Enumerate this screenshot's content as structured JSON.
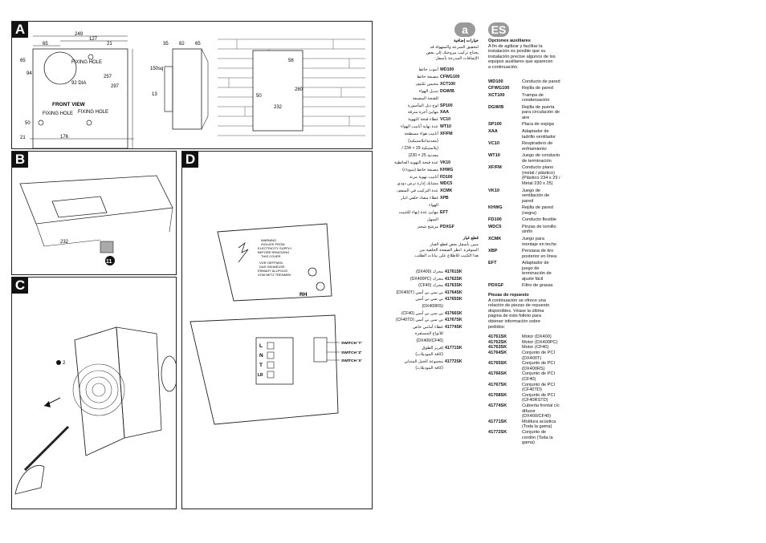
{
  "panels": {
    "a": "A",
    "b": "B",
    "c": "C",
    "d": "D"
  },
  "panel_a": {
    "dims": {
      "w249": "249",
      "w127": "127",
      "w65": "65",
      "h21": "21",
      "h65": "65",
      "h94": "94",
      "dia": "92 DIA",
      "h257": "257",
      "h297": "297",
      "h50": "50",
      "w21": "21",
      "w176": "176",
      "s35": "35",
      "s82": "82",
      "s65": "65",
      "s150": "150sq",
      "s13": "13",
      "c56": "56",
      "c280": "280",
      "c50": "50",
      "c232": "232"
    },
    "fixing_hole": "FIXING HOLE",
    "front_view": "FRONT VIEW"
  },
  "panel_b": {
    "d232": "232",
    "step": "11"
  },
  "panel_c": {
    "step": "2"
  },
  "panel_d": {
    "warning_lines": [
      "WARNING",
      "ISOLATE FROM",
      "ELECTRICITY SUPPLY",
      "BEFORE REMOVING",
      "THIS COVER",
      "",
      "VOR OEFFNEN",
      "DAS GEHAEUSE",
      "ERMAHT ALLPOLIG",
      "VOM NETZ TRENNEN"
    ],
    "rh": "RH",
    "terminals": [
      "L",
      "N",
      "T",
      "LR"
    ],
    "switch_y": "SWITCH 'Y'",
    "switch_z": "SWITCH 'Z'",
    "switch_x": "SWITCH 'X'"
  },
  "badges": {
    "ar": "a",
    "es": "ES"
  },
  "arabic": {
    "accessories_title": "خيارات إضافية",
    "accessories_intro": [
      "لتحقيق السرعة والسهولة قد",
      "يحتاج تركيب مروحتك إلى بعض",
      "الإضافات المدرجة بأسفل:"
    ],
    "accessories": [
      {
        "code": "WD100",
        "desc": "أنبوب حائط"
      },
      {
        "code": "CFWG100",
        "desc": "مصبعة حائط"
      },
      {
        "code": "XCT100",
        "desc": "محبس تكثيف"
      },
      {
        "code": "DGW/B",
        "desc": "تبديل الهواء"
      },
      {
        "code": "",
        "desc": "للفتحة المصبعة"
      },
      {
        "code": "SP100",
        "desc": "لوح ذيل المأسورة"
      },
      {
        "code": "XAA",
        "desc": "مهايئ أجرة مترقة"
      },
      {
        "code": "VC10",
        "desc": "غطاء فتحة التهوية"
      },
      {
        "code": "WT10",
        "desc": "عدة نهاية أنابيب الهواء"
      },
      {
        "code": "XF/FM",
        "desc": "أنابيب هواء مسطحة"
      },
      {
        "code": "",
        "desc": "(معدنية/بلاستيكية)"
      },
      {
        "code": "",
        "desc": "(بلاستيكية 29 × 234 /"
      },
      {
        "code": "",
        "desc": "معدنية 25 × 230)"
      },
      {
        "code": "VK10",
        "desc": "عدة فتحة التهوية الحائطية"
      },
      {
        "code": "KHWG",
        "desc": "مصبعة حائط (سوداء)"
      },
      {
        "code": "FD100",
        "desc": "أنابيب تهوية مرنة"
      },
      {
        "code": "WDC5",
        "desc": "مشابك إدارة ترس دودي"
      },
      {
        "code": "XCMK",
        "desc": "عدة التركيب في السقف"
      },
      {
        "code": "XPB",
        "desc": "غطاء مصاد خلفي اتيار"
      },
      {
        "code": "",
        "desc": "الهواء"
      },
      {
        "code": "EFT",
        "desc": "مهايئ عدة إنهاء للتثبيت"
      },
      {
        "code": "",
        "desc": "السهل"
      },
      {
        "code": "PDXGF",
        "desc": "مرشح شحم"
      }
    ],
    "spares_title": "قطع غيار",
    "spares_intro": [
      "مبين بأسفل بعض قطع الغيار",
      "المتوفرة. انظر الصفحة الخلفية من",
      "هذا الكتيب للاطلاع على بيانات الطلب."
    ],
    "spares": [
      {
        "code": "41761SK",
        "desc": "محرك (DX400)"
      },
      {
        "code": "41762SK",
        "desc": "محرك (DX400PC)"
      },
      {
        "code": "41763SK",
        "desc": "محرك (CF40)"
      },
      {
        "code": "41764SK",
        "desc": "بي سي بي أسي (DX400T)"
      },
      {
        "code": "41765SK",
        "desc": "بي سي بي أسي"
      },
      {
        "code": "",
        "desc": "(DX400RS)"
      },
      {
        "code": "41766SK",
        "desc": "بي سي بي أسي (CF40)"
      },
      {
        "code": "41767SK",
        "desc": "بي سي بي أسي (CF40TD)"
      },
      {
        "code": "41774SK",
        "desc": "غطاء أمامي خاص"
      },
      {
        "code": "",
        "desc": "للأنواع المستعرة"
      },
      {
        "code": "",
        "desc": "(DX400/CF40)"
      },
      {
        "code": "41771SK",
        "desc": "إفريز الطوق"
      },
      {
        "code": "",
        "desc": "(كافة الموديلات)"
      },
      {
        "code": "41772SK",
        "desc": "مجموعة الحبل المتدلي"
      },
      {
        "code": "",
        "desc": "(كافة الموديلات)"
      }
    ]
  },
  "spanish": {
    "accessories_title": "Opciones auxiliares",
    "accessories_intro": [
      "A fin de agilizar y facilitar la",
      "instalación es posible que su",
      "instalación precise algunos de los",
      "equipos auxiliares que aparecen",
      "a continuación."
    ],
    "accessories": [
      {
        "code": "WD100",
        "desc": [
          "Conducto de pared"
        ]
      },
      {
        "code": "CFWG100",
        "desc": [
          "Rejilla de pared"
        ]
      },
      {
        "code": "XCT100",
        "desc": [
          "Trampa de",
          "condensación"
        ]
      },
      {
        "code": "DGW/B",
        "desc": [
          "Rejilla de puerta",
          "para circulación de",
          "aire"
        ]
      },
      {
        "code": "SP100",
        "desc": [
          "Placa de espiga"
        ]
      },
      {
        "code": "XAA",
        "desc": [
          "Adaptador de",
          "ladrillo ventilador"
        ]
      },
      {
        "code": "VC10",
        "desc": [
          "Respiradero de",
          "enfriamiento"
        ]
      },
      {
        "code": "WT10",
        "desc": [
          "Juego de conducto",
          "de terminación"
        ]
      },
      {
        "code": "XF/FM",
        "desc": [
          "Conducto plano",
          "(metal / plástico)",
          "(Plástico 234 x 29 /",
          "Metal 230 x 25)"
        ]
      },
      {
        "code": "VK10",
        "desc": [
          "Juego de",
          "ventilación de",
          "pared"
        ]
      },
      {
        "code": "KHWG",
        "desc": [
          "Rejilla de pared",
          "(negra)"
        ]
      },
      {
        "code": "FD100",
        "desc": [
          "Conducto flexible"
        ]
      },
      {
        "code": "WDC5",
        "desc": [
          "Pinzas de tornillo",
          "sinfín"
        ]
      },
      {
        "code": "XCMK",
        "desc": [
          "Juego para",
          "montaje en techo"
        ]
      },
      {
        "code": "XBP",
        "desc": [
          "Persiana de tiro",
          "posterior en línea"
        ]
      },
      {
        "code": "EFT",
        "desc": [
          "Adaptador de",
          "juego de",
          "terminación de",
          "ajuste fácil"
        ]
      },
      {
        "code": "PDXGF",
        "desc": [
          "Filtro de grasas"
        ]
      }
    ],
    "spares_title": "Piezas de repuesto",
    "spares_intro": [
      "A continuación se ofrece una",
      "relación de piezas de repuesto",
      "disponibles. Véase la última",
      "página de este folleto para",
      "obtener información sobre",
      "pedidos:"
    ],
    "spares": [
      {
        "code": "41761SK",
        "desc": [
          "Motor (DX400)"
        ]
      },
      {
        "code": "41762SK",
        "desc": [
          "Motor (DX400PC)"
        ]
      },
      {
        "code": "41763SK",
        "desc": [
          "Motor (CF40)"
        ]
      },
      {
        "code": "41764SK",
        "desc": [
          "Conjunto de PCI",
          "(DX400T)"
        ]
      },
      {
        "code": "41765SK",
        "desc": [
          "Conjunto de PCI",
          "(DX400RS)"
        ]
      },
      {
        "code": "41766SK",
        "desc": [
          "Conjunto de PCI",
          "(CF40)"
        ]
      },
      {
        "code": "41767SK",
        "desc": [
          "Conjunto de PCI",
          "(CF40TD)"
        ]
      },
      {
        "code": "41768SK",
        "desc": [
          "Conjunto de PCI",
          "(CF40RSTD)"
        ]
      },
      {
        "code": "41774SK",
        "desc": [
          "Cubierta frontal c/c",
          "difusor",
          "(DX400/CF40)"
        ]
      },
      {
        "code": "41771SK",
        "desc": [
          "Moldura acústica",
          "(Toda la gama)"
        ]
      },
      {
        "code": "41772SK",
        "desc": [
          "Conjunto de",
          "cordón (Toda la",
          "gama)"
        ]
      }
    ]
  }
}
